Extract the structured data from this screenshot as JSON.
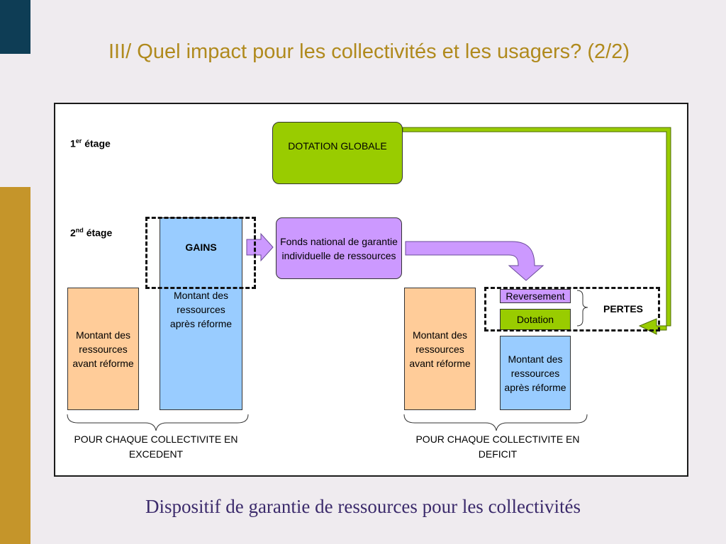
{
  "title": "III/ Quel impact pour les collectivités et les usagers? (2/2)",
  "subtitle": "Dispositif de garantie de ressources pour les collectivités",
  "diagram": {
    "level1_num": "1",
    "level1_sup": "er",
    "level1_word": "étage",
    "level2_num": "2",
    "level2_sup": "nd",
    "level2_word": "étage",
    "dotation_globale": "DOTATION GLOBALE",
    "fonds_national": "Fonds national de garantie individuelle de ressources",
    "gains": "GAINS",
    "pertes": "PERTES",
    "reversement": "Reversement",
    "dotation": "Dotation",
    "ressources_apres": "Montant des ressources après réforme",
    "ressources_avant": "Montant des ressources avant réforme",
    "caption_excedent": "POUR CHAQUE COLLECTIVITE EN EXCEDENT",
    "caption_deficit": "POUR CHAQUE COLLECTIVITE EN DEFICIT"
  },
  "colors": {
    "green": "#99cc00",
    "purple": "#cc99ff",
    "blue": "#99ccff",
    "orange": "#ffcc99",
    "title": "#b08a1d"
  }
}
